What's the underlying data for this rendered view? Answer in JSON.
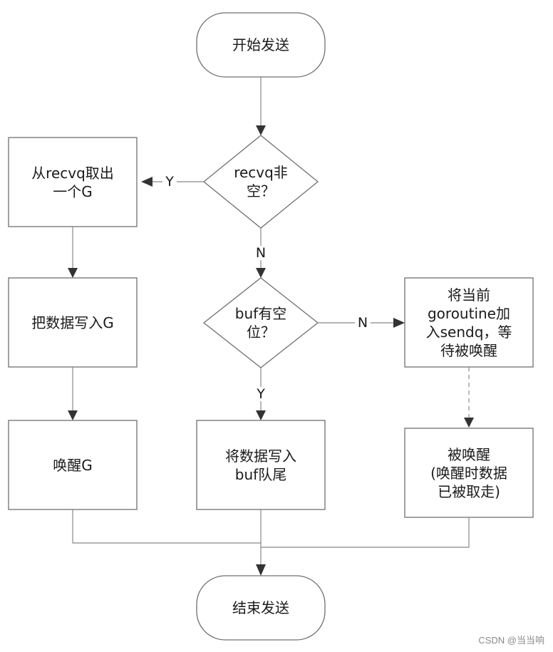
{
  "nodes": {
    "start": "开始发送",
    "recvq_check": "recvq非\n空？",
    "take_from_recvq": "从recvq取出\n一个G",
    "write_to_g": "把数据写入G",
    "wake_g": "唤醒G",
    "buf_check": "buf有空\n位？",
    "write_to_buf": "将数据写入\nbuf队尾",
    "enqueue_sendq": "将当前\ngoroutine加\n入sendq，等\n待被唤醒",
    "woken": "被唤醒\n(唤醒时数据\n已被取走)",
    "end": "结束发送"
  },
  "edges": {
    "recvq_yes": "Y",
    "recvq_no": "N",
    "buf_yes": "Y",
    "buf_no": "N"
  },
  "watermark": "CSDN @当当响"
}
